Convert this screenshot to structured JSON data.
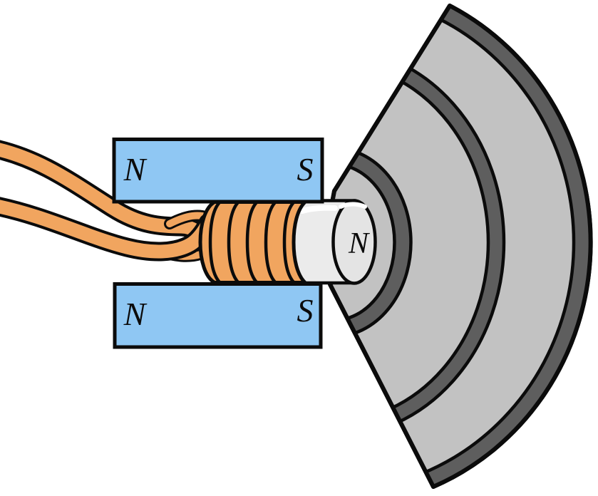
{
  "diagram": {
    "magnet_top": {
      "left_pole": "N",
      "right_pole": "S"
    },
    "magnet_bottom": {
      "left_pole": "N",
      "right_pole": "S"
    },
    "core_pole": "N",
    "coil_turns_visible": 6,
    "colors": {
      "magnet_blue": "#8fc7f3",
      "coil_orange": "#f1a55f",
      "wire_orange": "#f1a55f",
      "cone_light": "#c2c2c2",
      "cone_dark": "#5e5e5e",
      "core_body": "#ebebeb",
      "core_face": "#e4e4e4",
      "highlight": "#ffffff",
      "outline": "#0b0b0b"
    }
  }
}
